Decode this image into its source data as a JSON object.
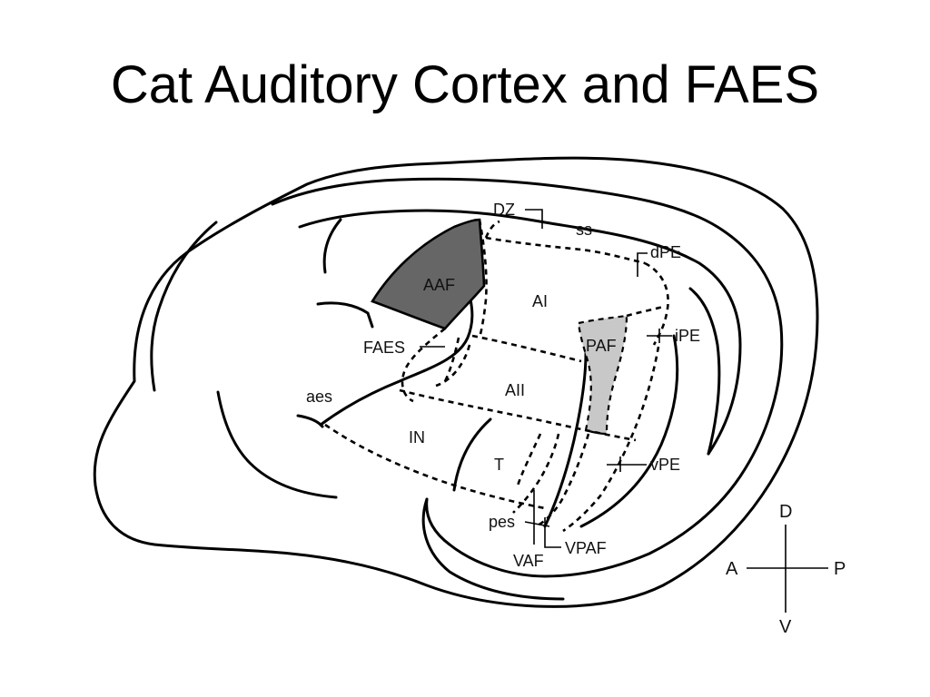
{
  "title": "Cat Auditory Cortex and FAES",
  "colors": {
    "aaf_fill": "#666666",
    "paf_fill": "#c8c8c8",
    "line": "#000000",
    "background": "#ffffff"
  },
  "labels": {
    "dz": "DZ",
    "ss": "ss",
    "dpe": "dPE",
    "aaf": "AAF",
    "ai": "AI",
    "paf": "PAF",
    "ipe": "iPE",
    "faes": "FAES",
    "aii": "AII",
    "aes": "aes",
    "in": "IN",
    "t": "T",
    "vpe": "vPE",
    "pes": "pes",
    "vaf": "VAF",
    "vpaf": "VPAF"
  },
  "compass": {
    "dorsal": "D",
    "ventral": "V",
    "anterior": "A",
    "posterior": "P"
  }
}
